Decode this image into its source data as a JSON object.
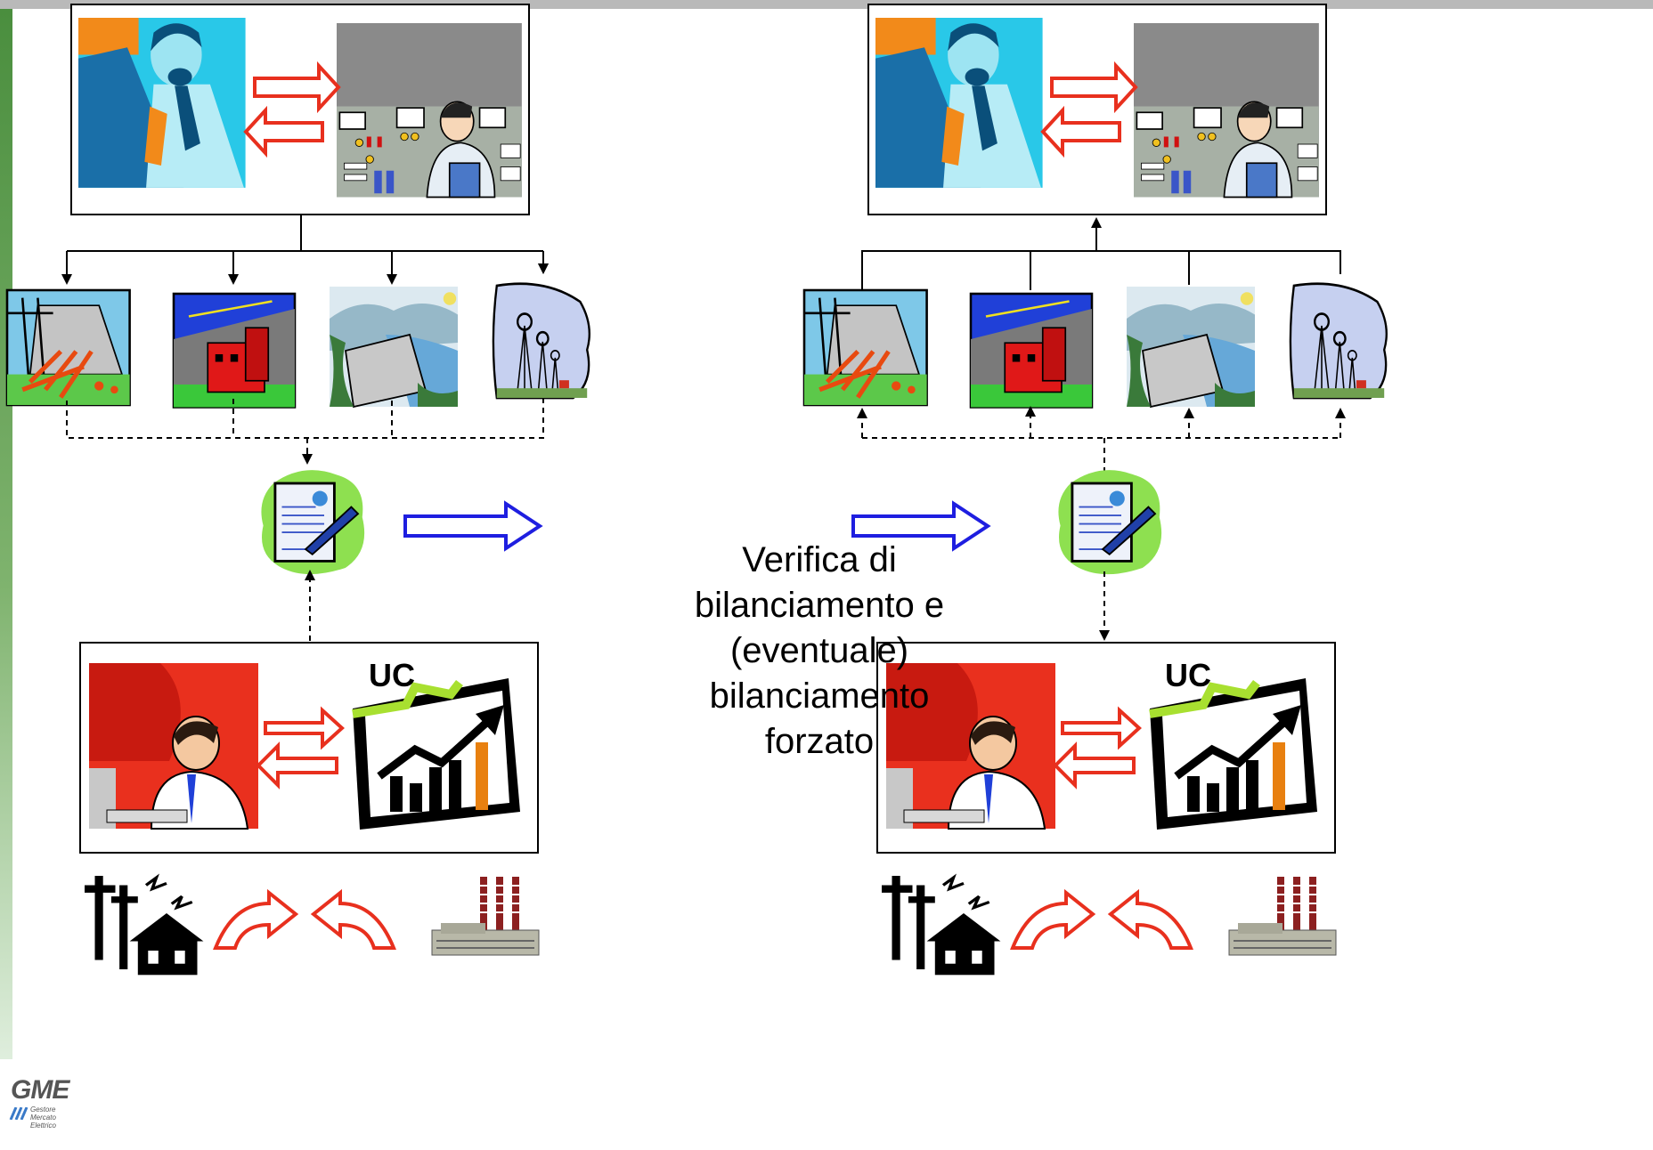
{
  "center_text": {
    "lines": [
      "Verifica di",
      "bilanciamento e",
      "(eventuale)",
      "bilanciamento",
      "forzato"
    ]
  },
  "left_panel": {
    "operator_label": "UC"
  },
  "right_panel": {
    "operator_label": "UC"
  },
  "logo": {
    "acronym": "GME",
    "name_lines": [
      "Gestore",
      "Mercato",
      "Elettrico"
    ]
  },
  "colors": {
    "sidebar_green": "#4a8e3e",
    "flow_arrow_red": "#e8301e",
    "flow_arrow_blue": "#1e1ee0",
    "grey_bar": "#b9b9b9"
  },
  "icons": [
    "trader-icon",
    "control-room-icon",
    "power-plant-icon",
    "house-power-icon",
    "dam-icon",
    "windmill-icon",
    "contract-icon",
    "call-center-icon",
    "chart-icon",
    "factory-icon",
    "pylon-house-icon"
  ]
}
